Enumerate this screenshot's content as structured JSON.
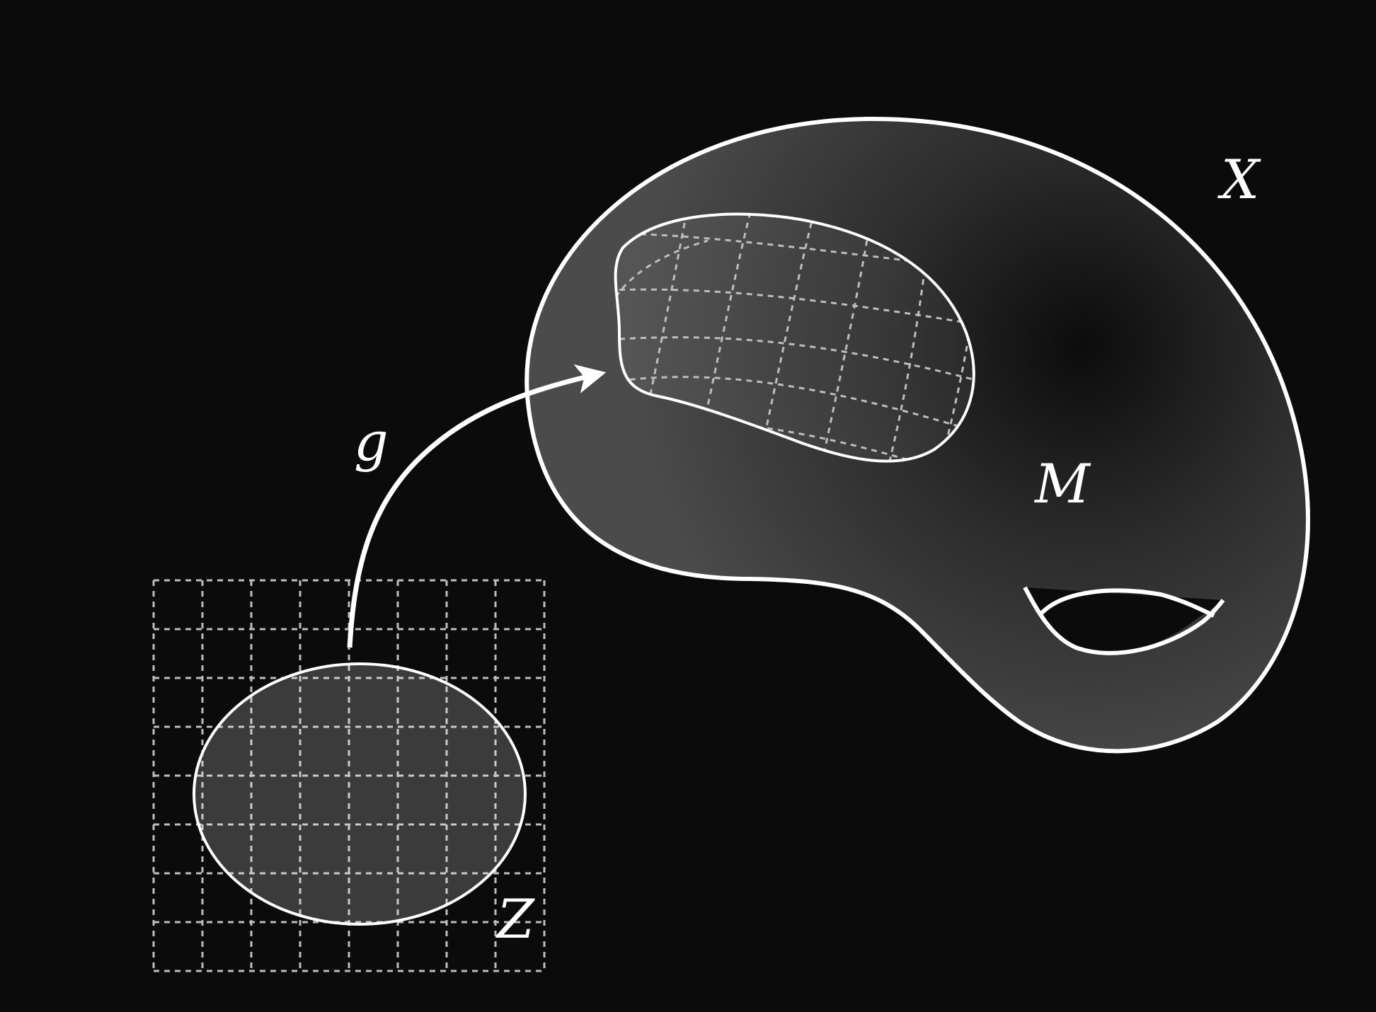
{
  "labels": {
    "X": "X",
    "M": "M",
    "Z": "Z",
    "g": "g"
  },
  "colors": {
    "background": "#0b0b0b",
    "outline": "#ffffff",
    "grid": "#bdbdbd",
    "manifold_light": "#4a4a4a",
    "manifold_dark": "#0c0c0c",
    "latent_fill": "#3c3c3c"
  },
  "latent_grid": {
    "cols": 8,
    "rows": 8
  }
}
